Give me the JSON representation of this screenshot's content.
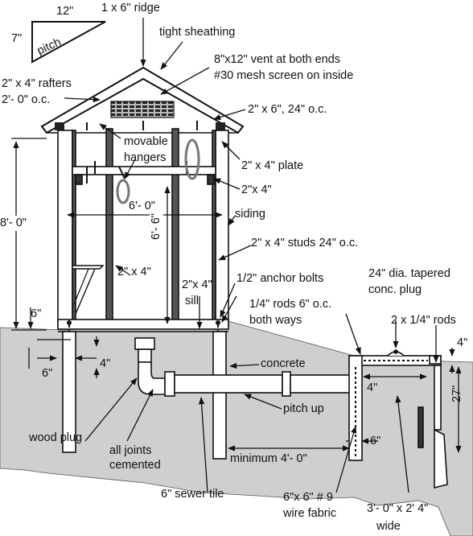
{
  "pitch": {
    "run": "12\"",
    "rise": "7\"",
    "label": "pitch"
  },
  "labels": {
    "ridge": "1 x 6\" ridge",
    "sheathing": "tight sheathing",
    "vent_line1": "8\"x12\" vent at both ends",
    "vent_line2": "#30 mesh screen on inside",
    "rafters_line1": "2\" x 4\" rafters",
    "rafters_line2": "2'- 0\" o.c.",
    "joists": "2\" x 6\", 24\" o.c.",
    "hangers_line1": "movable",
    "hangers_line2": "hangers",
    "plate": "2\" x 4\" plate",
    "girt": "2\"x 4\"",
    "siding": "siding",
    "studs": "2\" x 4\" studs 24\" o.c.",
    "post": "2\" x 4\"",
    "sill_line1": "2\"x 4\"",
    "sill_line2": "sill",
    "anchor_bolts": "1/2\" anchor bolts",
    "plug_line1": "24\" dia. tapered",
    "plug_line2": "conc. plug",
    "rods_line1": "1/4\" rods 6\" o.c.",
    "rods_line2": "both ways",
    "rods_2": "2 x 1/4\" rods",
    "concrete": "concrete",
    "pitch_up": "pitch up",
    "minimum": "minimum 4'- 0\"",
    "wood_plug": "wood plug",
    "joints_line1": "all joints",
    "joints_line2": "cemented",
    "sewer_tile": "6\" sewer tile",
    "wire_line1": "6\"x 6\" # 9",
    "wire_line2": "wire fabric",
    "pit_line1": "3'- 0\"  x 2' 4\"",
    "pit_line2": "wide"
  },
  "dimensions": {
    "height": "8'- 0\"",
    "width": "6'- 0\"",
    "door": "6'- 6\"",
    "sill_above": "6\"",
    "footing": "6\"",
    "footing_depth": "4\"",
    "tank_top": "4\"",
    "tank_depth": "27\"",
    "tank_inner": "4\"",
    "wall": "6\""
  }
}
